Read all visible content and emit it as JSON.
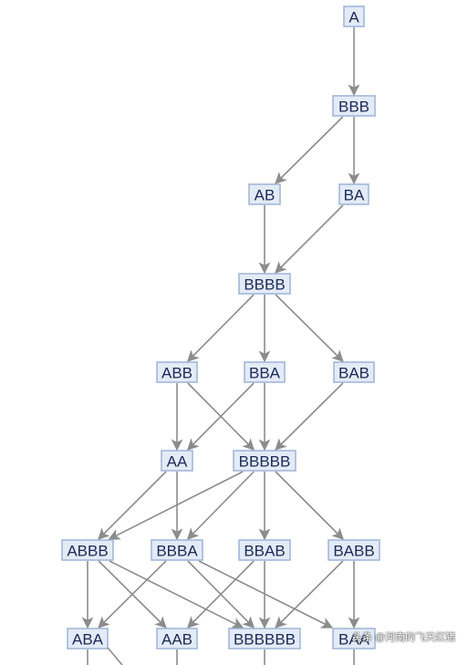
{
  "diagram": {
    "nodes": [
      {
        "id": "n_A",
        "label": "A"
      },
      {
        "id": "n_BBB",
        "label": "BBB"
      },
      {
        "id": "n_AB",
        "label": "AB"
      },
      {
        "id": "n_BA",
        "label": "BA"
      },
      {
        "id": "n_BBBB",
        "label": "BBBB"
      },
      {
        "id": "n_ABB",
        "label": "ABB"
      },
      {
        "id": "n_BBA",
        "label": "BBA"
      },
      {
        "id": "n_BAB",
        "label": "BAB"
      },
      {
        "id": "n_AA",
        "label": "AA"
      },
      {
        "id": "n_BBBBB",
        "label": "BBBBB"
      },
      {
        "id": "n_ABBB",
        "label": "ABBB"
      },
      {
        "id": "n_BBBA",
        "label": "BBBA"
      },
      {
        "id": "n_BBAB",
        "label": "BBAB"
      },
      {
        "id": "n_BABB",
        "label": "BABB"
      },
      {
        "id": "n_ABA",
        "label": "ABA"
      },
      {
        "id": "n_AAB",
        "label": "AAB"
      },
      {
        "id": "n_BBBBBB",
        "label": "BBBBBB"
      },
      {
        "id": "n_BAA",
        "label": "BAA"
      }
    ],
    "edges": [
      [
        "n_A",
        "n_BBB"
      ],
      [
        "n_BBB",
        "n_AB"
      ],
      [
        "n_BBB",
        "n_BA"
      ],
      [
        "n_AB",
        "n_BBBB"
      ],
      [
        "n_BA",
        "n_BBBB"
      ],
      [
        "n_BBBB",
        "n_ABB"
      ],
      [
        "n_BBBB",
        "n_BBA"
      ],
      [
        "n_BBBB",
        "n_BAB"
      ],
      [
        "n_ABB",
        "n_AA"
      ],
      [
        "n_ABB",
        "n_BBBBB"
      ],
      [
        "n_BBA",
        "n_AA"
      ],
      [
        "n_BBA",
        "n_BBBBB"
      ],
      [
        "n_BAB",
        "n_BBBBB"
      ],
      [
        "n_AA",
        "n_ABBB"
      ],
      [
        "n_AA",
        "n_BBBA"
      ],
      [
        "n_BBBBB",
        "n_ABBB"
      ],
      [
        "n_BBBBB",
        "n_BBBA"
      ],
      [
        "n_BBBBB",
        "n_BBAB"
      ],
      [
        "n_BBBBB",
        "n_BABB"
      ],
      [
        "n_ABBB",
        "n_ABA"
      ],
      [
        "n_ABBB",
        "n_AAB"
      ],
      [
        "n_ABBB",
        "n_BBBBBB"
      ],
      [
        "n_BBBA",
        "n_ABA"
      ],
      [
        "n_BBBA",
        "n_BBBBBB"
      ],
      [
        "n_BBBA",
        "n_BAA"
      ],
      [
        "n_BBAB",
        "n_AAB"
      ],
      [
        "n_BBAB",
        "n_BBBBBB"
      ],
      [
        "n_BABB",
        "n_BBBBBB"
      ],
      [
        "n_BABB",
        "n_BAA"
      ]
    ]
  },
  "watermark": {
    "text": "头条 @河南的飞天红猪"
  }
}
